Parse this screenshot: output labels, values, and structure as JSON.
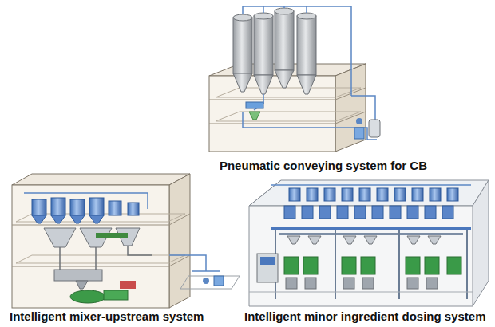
{
  "diagram": {
    "labels": [
      "Pneumatic conveying system for CB",
      "Intelligent mixer-upstream system",
      "Intelligent minor ingredient dosing system"
    ]
  }
}
